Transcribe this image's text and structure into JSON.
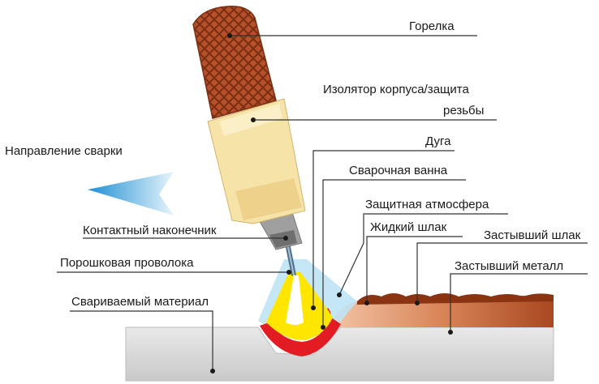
{
  "labels": {
    "torch": "Горелка",
    "insulator_line1": "Изолятор корпуса/защита",
    "insulator_line2": "резьбы",
    "direction": "Направление сварки",
    "arc": "Дуга",
    "weld_pool": "Сварочная ванна",
    "shield_atmosphere": "Защитная атмосфера",
    "liquid_slag": "Жидкий шлак",
    "solid_slag": "Застывший шлак",
    "contact_tip": "Контактный наконечник",
    "solid_metal": "Застывший металл",
    "flux_wire": "Порошковая проволока",
    "base_material": "Свариваемый материал"
  },
  "colors": {
    "torch_handle": "#b5502a",
    "insulator": "#f6e3a8",
    "base_metal": "#d6d6d6",
    "weld_bead": "#c76a3a",
    "molten_pool": "#e31b23",
    "arc": "#ffe600",
    "shield_gas": "#bfe3f4",
    "arrow": "#4aa8de"
  }
}
